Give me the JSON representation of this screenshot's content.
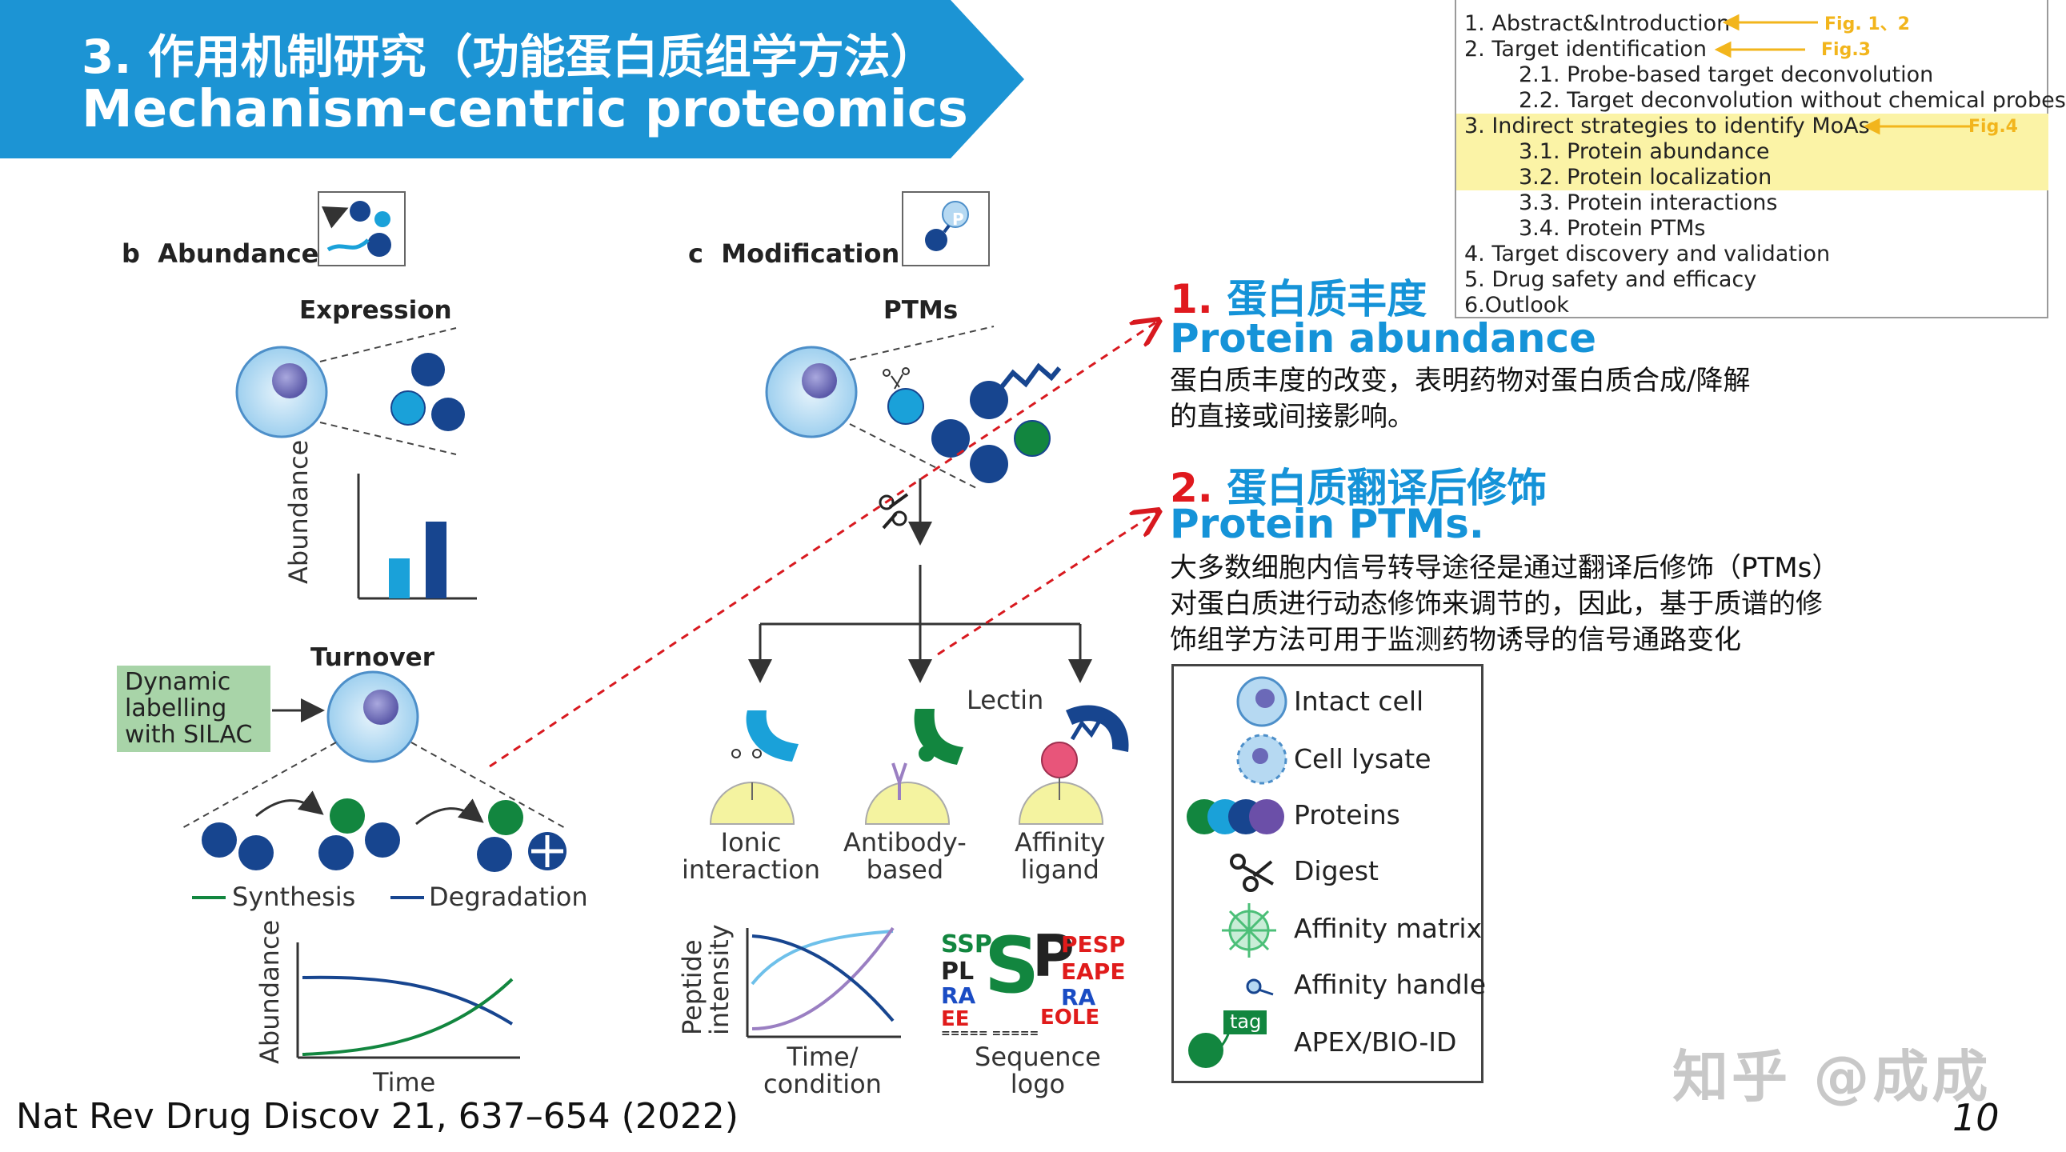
{
  "header": {
    "title_cn": "3. 作用机制研究（功能蛋白质组学方法）",
    "title_en": "Mechanism-centric proteomics",
    "banner_color": "#1c94d4"
  },
  "outline": {
    "items": [
      {
        "text": "1. Abstract&Introduction",
        "note": "Fig. 1、2",
        "highlight": false,
        "indent": false
      },
      {
        "text": "2. Target identification",
        "note": "Fig.3",
        "highlight": false,
        "indent": false
      },
      {
        "text": "2.1. Probe-based target deconvolution",
        "note": "",
        "highlight": false,
        "indent": true
      },
      {
        "text": "2.2. Target deconvolution without chemical probes",
        "note": "",
        "highlight": false,
        "indent": true
      },
      {
        "text": "3. Indirect strategies to identify MoAs",
        "note": "Fig.4",
        "highlight": true,
        "indent": false
      },
      {
        "text": "3.1. Protein abundance",
        "note": "",
        "highlight": true,
        "indent": true
      },
      {
        "text": "3.2. Protein localization",
        "note": "",
        "highlight": true,
        "indent": true
      },
      {
        "text": "3.3. Protein interactions",
        "note": "",
        "highlight": false,
        "indent": true
      },
      {
        "text": "3.4. Protein PTMs",
        "note": "",
        "highlight": false,
        "indent": true
      },
      {
        "text": "4. Target discovery and validation",
        "note": "",
        "highlight": false,
        "indent": false
      },
      {
        "text": "5. Drug safety and efficacy",
        "note": "",
        "highlight": false,
        "indent": false
      },
      {
        "text": "6.Outlook",
        "note": "",
        "highlight": false,
        "indent": false
      }
    ]
  },
  "section1": {
    "num": "1.",
    "title_cn": "蛋白质丰度",
    "title_en": "Protein abundance",
    "body": [
      "蛋白质丰度的改变，表明药物对蛋白质合成/降解",
      "的直接或间接影响。"
    ]
  },
  "section2": {
    "num": "2.",
    "title_cn": "蛋白质翻译后修饰",
    "title_en": "Protein PTMs.",
    "body": [
      "大多数细胞内信号转导途径是通过翻译后修饰（PTMs）",
      "对蛋白质进行动态修饰来调节的，因此，基于质谱的修",
      "饰组学方法可用于监测药物诱导的信号通路变化"
    ]
  },
  "figure": {
    "panel_b": {
      "letter": "b",
      "label": "Abundance",
      "expression": "Expression",
      "abundance_axis": "Abundance",
      "turnover": "Turnover",
      "dynamic": [
        "Dynamic",
        "labelling",
        "with SILAC"
      ],
      "synthesis": "Synthesis",
      "degradation": "Degradation",
      "time_axis": "Time",
      "bar_values": [
        0.45,
        0.85
      ]
    },
    "panel_c": {
      "letter": "c",
      "label": "Modification",
      "ptms": "PTMs",
      "lectin": "Lectin",
      "ionic": [
        "Ionic",
        "interaction"
      ],
      "antibody": [
        "Antibody-",
        "based"
      ],
      "affinity": [
        "Affinity",
        "ligand"
      ],
      "peptide_axis": [
        "Peptide",
        "intensity"
      ],
      "time_condition": [
        "Time/",
        "condition"
      ],
      "sequence_logo": [
        "Sequence",
        "logo"
      ],
      "icon_letter": "P"
    },
    "legend": [
      {
        "label": "Intact cell",
        "icon": "intact-cell-icon"
      },
      {
        "label": "Cell lysate",
        "icon": "cell-lysate-icon"
      },
      {
        "label": "Proteins",
        "icon": "proteins-icon"
      },
      {
        "label": "Digest",
        "icon": "scissors-icon"
      },
      {
        "label": "Affinity matrix",
        "icon": "affinity-matrix-icon"
      },
      {
        "label": "Affinity handle",
        "icon": "affinity-handle-icon"
      },
      {
        "label": "APEX/BIO-ID",
        "icon": "apex-icon",
        "tag": "tag"
      }
    ]
  },
  "citation": "Nat Rev Drug Discov 21, 637–654 (2022)",
  "page_number": "10",
  "watermark": "知乎 @成成"
}
